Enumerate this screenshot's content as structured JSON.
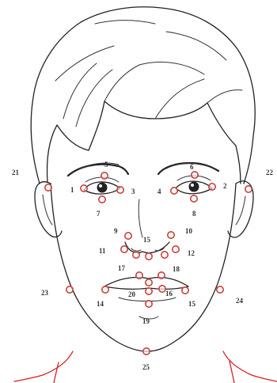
{
  "landmarks": [
    {
      "id": "1",
      "label": "1"
    },
    {
      "id": "2",
      "label": "2"
    },
    {
      "id": "3",
      "label": "3"
    },
    {
      "id": "4",
      "label": "4"
    },
    {
      "id": "5",
      "label": "5"
    },
    {
      "id": "6",
      "label": "6"
    },
    {
      "id": "7",
      "label": "7"
    },
    {
      "id": "8",
      "label": "8"
    },
    {
      "id": "9",
      "label": "9"
    },
    {
      "id": "10",
      "label": "10"
    },
    {
      "id": "11",
      "label": "11"
    },
    {
      "id": "12",
      "label": "12"
    },
    {
      "id": "14",
      "label": "14"
    },
    {
      "id": "15a",
      "label": "15"
    },
    {
      "id": "15b",
      "label": "15"
    },
    {
      "id": "16",
      "label": "16"
    },
    {
      "id": "17",
      "label": "17"
    },
    {
      "id": "18",
      "label": "18"
    },
    {
      "id": "19",
      "label": "19"
    },
    {
      "id": "20",
      "label": "20"
    },
    {
      "id": "21",
      "label": "21"
    },
    {
      "id": "22",
      "label": "22"
    },
    {
      "id": "23",
      "label": "23"
    },
    {
      "id": "24",
      "label": "24"
    },
    {
      "id": "25",
      "label": "25"
    }
  ],
  "colors": {
    "landmark": "#c8403c",
    "outline": "#222222",
    "neck": "#d62020"
  }
}
